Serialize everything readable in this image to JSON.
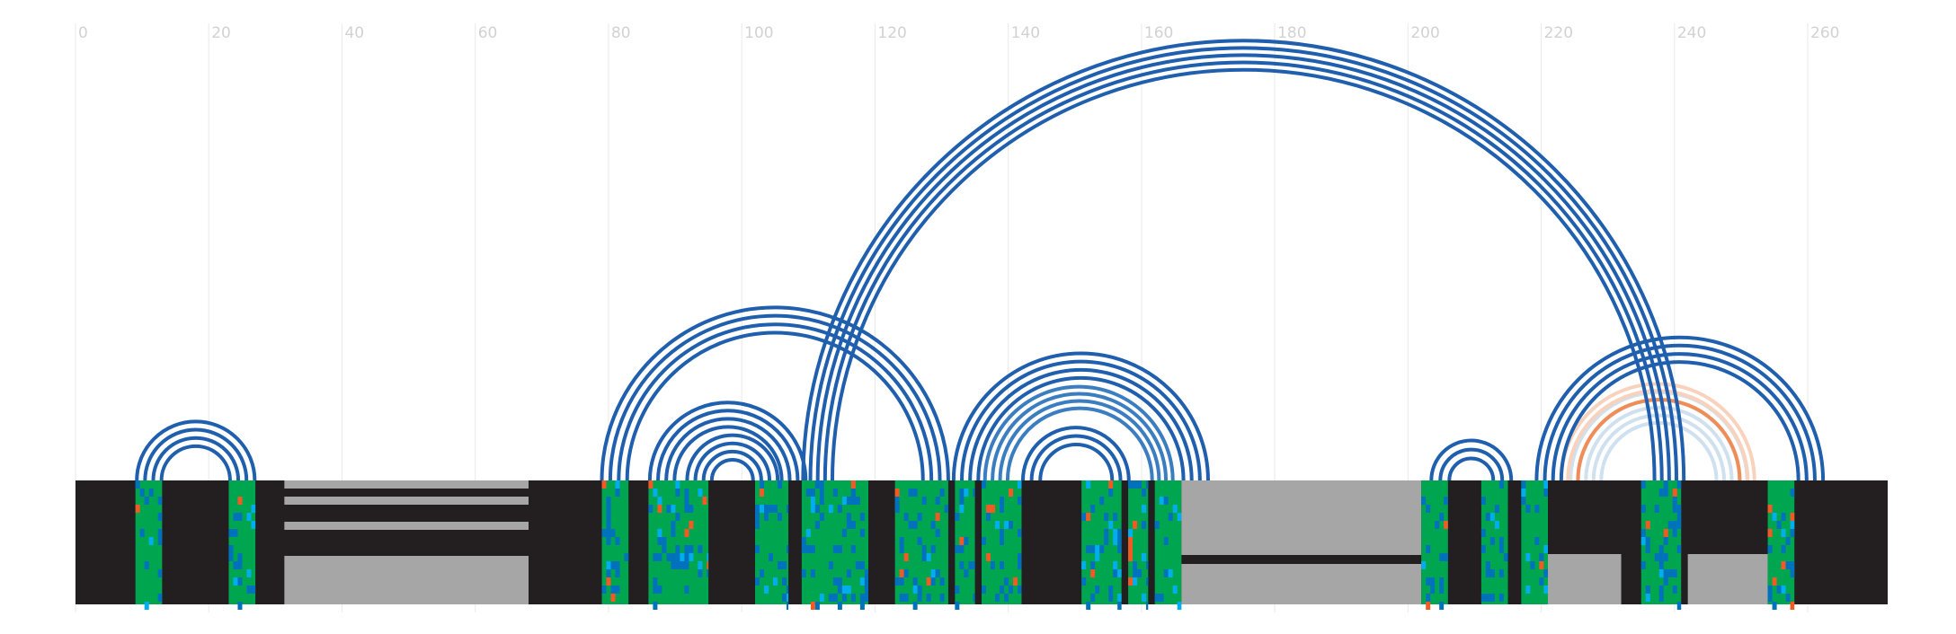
{
  "chart_data": {
    "type": "arc-diagram",
    "title": "",
    "xlabel": "",
    "ylabel": "",
    "xlim": [
      0,
      272
    ],
    "x_ticks": [
      0,
      20,
      40,
      60,
      80,
      100,
      120,
      140,
      160,
      180,
      200,
      220,
      240,
      260
    ],
    "grid": true,
    "legend": "none",
    "colors": {
      "arc_primary": "#1f5fad",
      "arc_secondary": "#3a7dc0",
      "arc_faint": "#cfe0ef",
      "arc_highlight": "#ef8c57",
      "arc_highlight_faint": "#f9d2bd",
      "track_background": "#231f20",
      "track_gray": "#a6a6a6",
      "cell_green": "#00a550",
      "cell_blue": "#0071bc",
      "cell_cyan": "#00aeef",
      "cell_orange": "#f15a24",
      "tick_text": "#d2d2d2",
      "grid": "#e9e9e9"
    },
    "helix_groups": [
      {
        "style": "primary",
        "count": 4,
        "left": [
          9.2,
          12.9
        ],
        "right": [
          23.2,
          26.9
        ]
      },
      {
        "style": "primary",
        "count": 4,
        "left": [
          79.0,
          82.8
        ],
        "right": [
          127.2,
          131.0
        ]
      },
      {
        "style": "primary",
        "count": 4,
        "left": [
          86.2,
          89.9
        ],
        "right": [
          106.0,
          109.6
        ]
      },
      {
        "style": "primary",
        "count": 4,
        "left": [
          91.8,
          95.5
        ],
        "right": [
          101.7,
          105.4
        ]
      },
      {
        "style": "primary",
        "count": 5,
        "left": [
          109.2,
          113.6
        ],
        "right": [
          237.0,
          241.4
        ]
      },
      {
        "style": "primary",
        "count": 4,
        "left": [
          131.8,
          135.5
        ],
        "right": [
          166.3,
          170.0
        ]
      },
      {
        "style": "secondary",
        "count": 4,
        "left": [
          136.5,
          139.9
        ],
        "right": [
          161.6,
          164.7
        ]
      },
      {
        "style": "primary",
        "count": 3,
        "left": [
          142.2,
          144.8
        ],
        "right": [
          155.6,
          158.1
        ]
      },
      {
        "style": "primary",
        "count": 3,
        "left": [
          203.5,
          206.2
        ],
        "right": [
          212.8,
          215.5
        ]
      },
      {
        "style": "primary",
        "count": 4,
        "left": [
          219.3,
          223.0
        ],
        "right": [
          258.6,
          262.3
        ]
      },
      {
        "style": "faint",
        "count": 5,
        "left": [
          224.4,
          229.0
        ],
        "right": [
          246.3,
          250.9
        ]
      },
      {
        "style": "highlight",
        "count": 1,
        "left": [
          225.5,
          225.5
        ],
        "right": [
          249.8,
          249.8
        ]
      },
      {
        "style": "highlight_faint",
        "count": 2,
        "left": [
          223.0,
          224.0
        ],
        "right": [
          251.0,
          252.0
        ]
      }
    ],
    "track": {
      "start": 0,
      "end": 272,
      "segments": [
        {
          "kind": "black",
          "start": 0,
          "end": 9
        },
        {
          "kind": "paired",
          "start": 9,
          "end": 13
        },
        {
          "kind": "black",
          "start": 13,
          "end": 23
        },
        {
          "kind": "paired",
          "start": 23,
          "end": 27
        },
        {
          "kind": "black",
          "start": 27,
          "end": 30
        },
        {
          "kind": "gray-stripes",
          "start": 30,
          "end": 68
        },
        {
          "kind": "black",
          "start": 68,
          "end": 79
        },
        {
          "kind": "paired",
          "start": 79,
          "end": 83
        },
        {
          "kind": "black",
          "start": 83,
          "end": 86
        },
        {
          "kind": "paired",
          "start": 86,
          "end": 95
        },
        {
          "kind": "black",
          "start": 95,
          "end": 102
        },
        {
          "kind": "paired",
          "start": 102,
          "end": 107
        },
        {
          "kind": "black",
          "start": 107,
          "end": 109
        },
        {
          "kind": "paired",
          "start": 109,
          "end": 119
        },
        {
          "kind": "black",
          "start": 119,
          "end": 123
        },
        {
          "kind": "paired",
          "start": 123,
          "end": 131
        },
        {
          "kind": "black",
          "start": 131,
          "end": 132
        },
        {
          "kind": "paired",
          "start": 132,
          "end": 135
        },
        {
          "kind": "black",
          "start": 135,
          "end": 136
        },
        {
          "kind": "paired",
          "start": 136,
          "end": 142
        },
        {
          "kind": "black",
          "start": 142,
          "end": 151
        },
        {
          "kind": "paired",
          "start": 151,
          "end": 157
        },
        {
          "kind": "black",
          "start": 157,
          "end": 158
        },
        {
          "kind": "paired",
          "start": 158,
          "end": 161
        },
        {
          "kind": "black",
          "start": 161,
          "end": 162
        },
        {
          "kind": "paired",
          "start": 162,
          "end": 166
        },
        {
          "kind": "gray-band",
          "start": 166,
          "end": 202
        },
        {
          "kind": "paired",
          "start": 202,
          "end": 206
        },
        {
          "kind": "black",
          "start": 206,
          "end": 211
        },
        {
          "kind": "paired",
          "start": 211,
          "end": 215
        },
        {
          "kind": "black",
          "start": 215,
          "end": 217
        },
        {
          "kind": "paired",
          "start": 217,
          "end": 221
        },
        {
          "kind": "gray-block",
          "start": 221,
          "end": 232
        },
        {
          "kind": "black",
          "start": 232,
          "end": 235
        },
        {
          "kind": "paired",
          "start": 235,
          "end": 241
        },
        {
          "kind": "black",
          "start": 241,
          "end": 242
        },
        {
          "kind": "gray-block",
          "start": 242,
          "end": 254
        },
        {
          "kind": "paired",
          "start": 254,
          "end": 258
        },
        {
          "kind": "black",
          "start": 258,
          "end": 272
        }
      ]
    }
  }
}
